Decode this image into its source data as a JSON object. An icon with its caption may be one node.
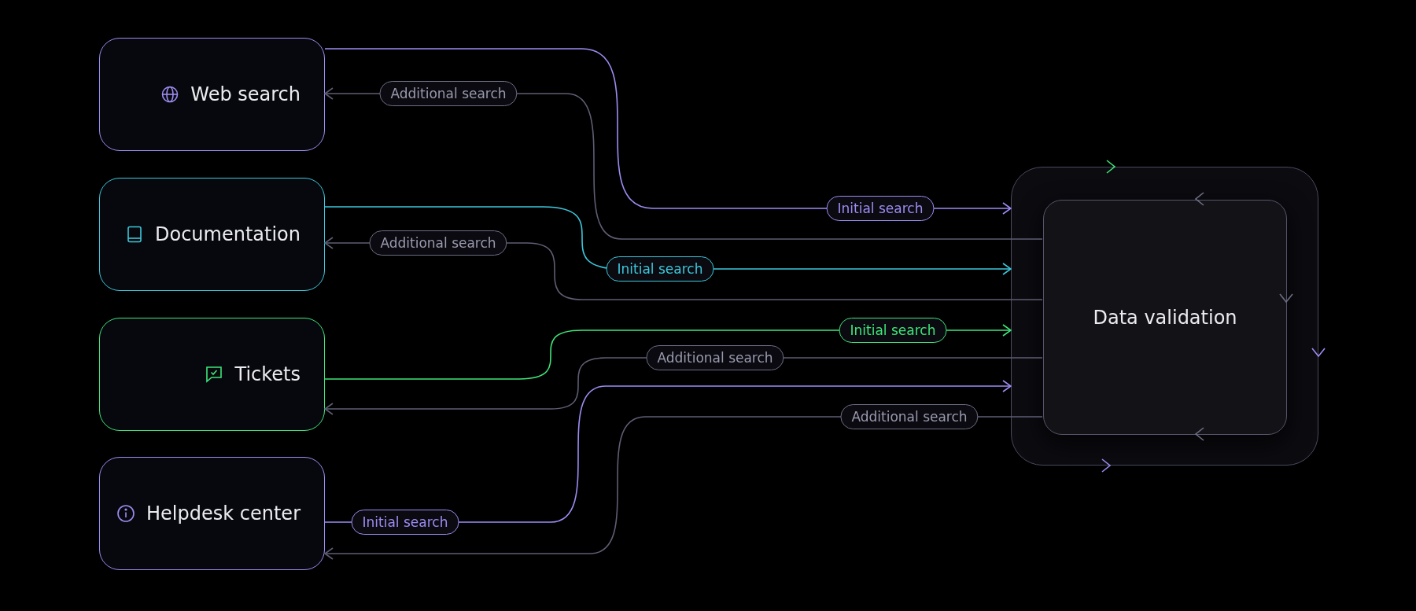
{
  "diagram": {
    "nodes": [
      {
        "text": [
          "Web search"
        ]
      },
      {
        "text": [
          "Documentation"
        ]
      },
      {
        "text": [
          "Tickets"
        ]
      },
      {
        "text": [
          "Helpdesk center"
        ]
      },
      {
        "text": [],
        "shape": "box"
      },
      {
        "text": [
          "Data validation"
        ],
        "in": 4
      }
    ],
    "edges": [
      {
        "from": 0,
        "to": 4,
        "arrow": "to",
        "label": "Initial search",
        "color": "#9d8cf2"
      },
      {
        "from": 5,
        "to": 0,
        "arrow": "to",
        "label": "Additional search"
      },
      {
        "from": 1,
        "to": 4,
        "arrow": "to",
        "label": "Initial search",
        "color": "#3cc8dc"
      },
      {
        "from": 5,
        "to": 1,
        "arrow": "to",
        "label": "Additional search"
      },
      {
        "from": 2,
        "to": 4,
        "arrow": "to",
        "label": "Initial search",
        "color": "#3ee67a"
      },
      {
        "from": 5,
        "to": 2,
        "arrow": "to",
        "label": "Additional search"
      },
      {
        "from": 3,
        "to": 4,
        "arrow": "to",
        "label": "Initial search",
        "color": "#9d8cf2"
      },
      {
        "from": 5,
        "to": 3,
        "arrow": "to",
        "label": "Additional search"
      }
    ]
  }
}
